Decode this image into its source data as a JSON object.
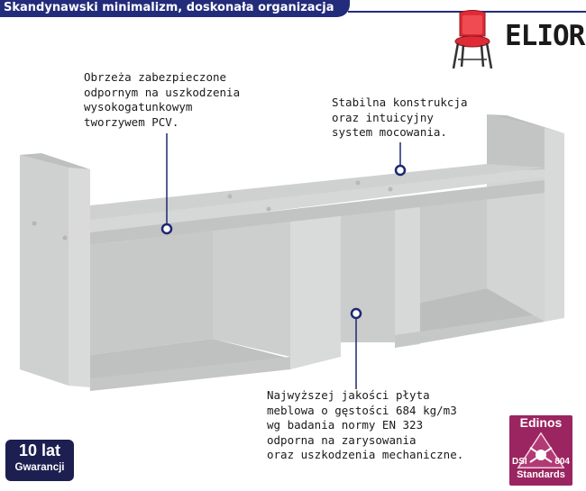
{
  "header": {
    "title": "Skandynawski minimalizm, doskonała organizacja"
  },
  "brand": {
    "name": "ELIOR",
    "logo_icon": "chair-icon",
    "logo_color": "#e02a35"
  },
  "annotations": [
    {
      "lines": [
        "Obrzeża zabezpieczone",
        "odpornym na uszkodzenia",
        "wysokogatunkowym",
        "tworzywem PCV."
      ]
    },
    {
      "lines": [
        "Stabilna konstrukcja",
        "oraz intuicyjny",
        "system mocowania."
      ]
    },
    {
      "lines": [
        "Najwyższej jakości płyta",
        "meblowa o gęstości 684 kg/m3",
        "wg badania normy EN 323",
        "odporna na zarysowania",
        "oraz uszkodzenia mechaniczne."
      ]
    }
  ],
  "warranty": {
    "years": "10 lat",
    "label": "Gwarancji"
  },
  "certification": {
    "name": "Edinos",
    "dsi": "DSI",
    "number": "804",
    "standards": "Standards",
    "color": "#9b2560"
  },
  "colors": {
    "banner": "#232c7a",
    "shelf": "#cfd0d0"
  }
}
